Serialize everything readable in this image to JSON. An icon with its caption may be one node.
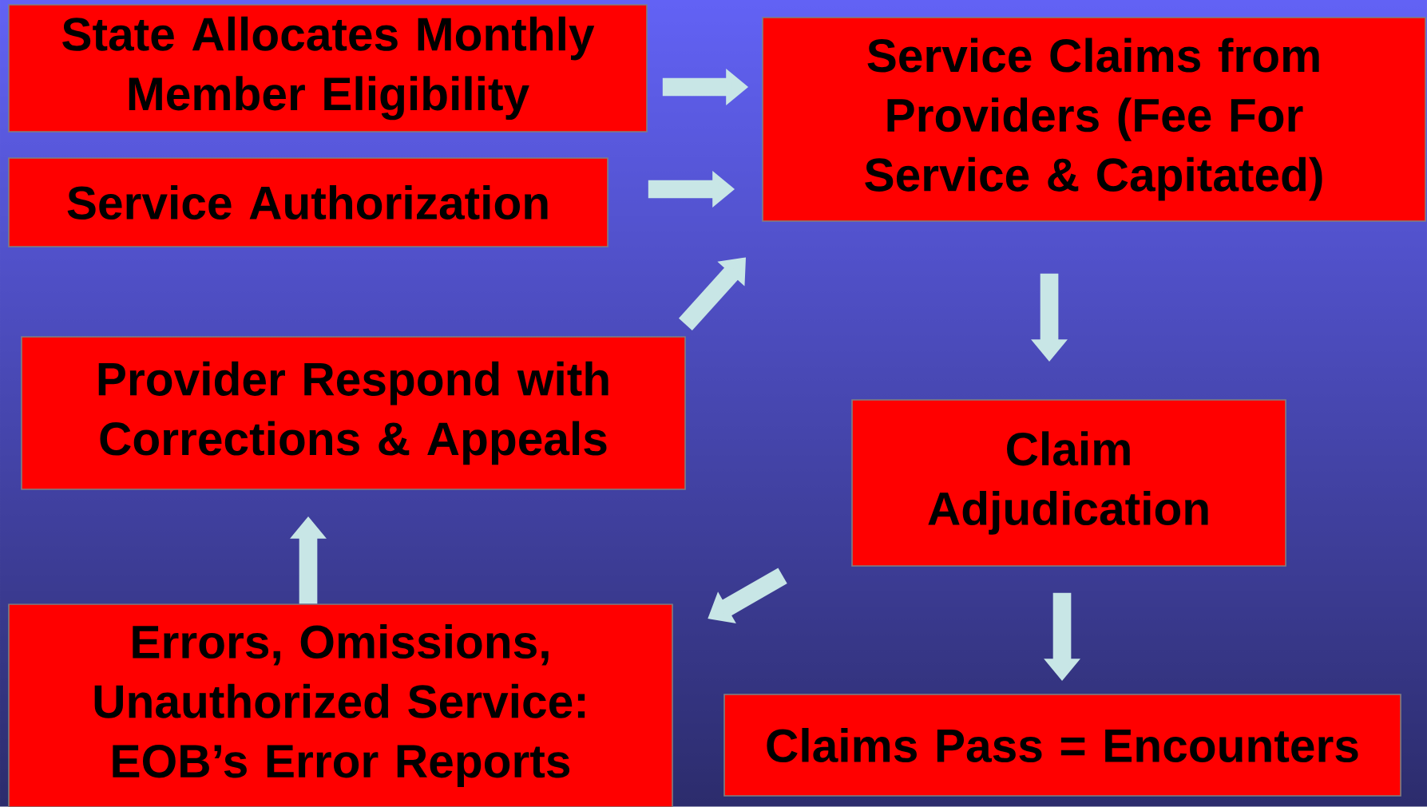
{
  "diagram": {
    "nodes": [
      {
        "text": [
          "State Allocates Monthly Member Eligibility"
        ]
      },
      {
        "text": [
          "Service Authorization"
        ]
      },
      {
        "text": [
          "Service Claims from Providers (Fee For Service & Capitated)"
        ]
      },
      {
        "text": [
          "Provider Respond with Corrections & Appeals"
        ]
      },
      {
        "text": [
          "Claim Adjudication"
        ]
      },
      {
        "text": [
          "Errors, Omissions, Unauthorized Service: EOB’s Error Reports"
        ]
      },
      {
        "text": [
          "Claims Pass = Encounters"
        ]
      }
    ],
    "edges": [
      {
        "from": 0,
        "to": 2,
        "arrow": "to"
      },
      {
        "from": 1,
        "to": 2,
        "arrow": "to"
      },
      {
        "from": 3,
        "to": 2,
        "arrow": "to"
      },
      {
        "from": 2,
        "to": 4,
        "arrow": "to"
      },
      {
        "from": 4,
        "to": 5,
        "arrow": "to"
      },
      {
        "from": 4,
        "to": 6,
        "arrow": "to"
      },
      {
        "from": 5,
        "to": 3,
        "arrow": "to"
      }
    ]
  }
}
